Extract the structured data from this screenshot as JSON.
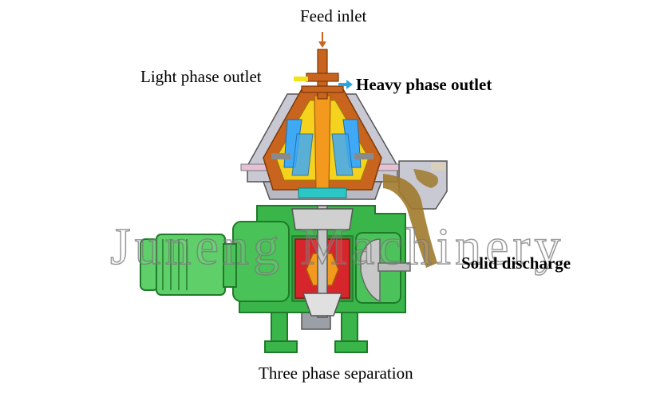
{
  "diagram": {
    "labels": {
      "feed_inlet": "Feed inlet",
      "light_phase_outlet": "Light phase outlet",
      "heavy_phase_outlet": "Heavy phase outlet",
      "solid_discharge": "Solid discharge",
      "caption": "Three phase separation"
    },
    "watermark": "Juneng Machinery",
    "colors": {
      "frame_green": "#3ab54a",
      "frame_dark_green": "#1f7a2a",
      "motor_green": "#5fcf6a",
      "bowl_grey": "#b9b9c4",
      "disc_yellow": "#f4d21e",
      "disc_blue": "#3fa9f5",
      "bowl_orange": "#c8641e",
      "drive_red": "#d7262b",
      "spindle_orange": "#f39a1e",
      "solids_brown": "#a07a2c",
      "light_phase_arrow": "#f5e11a",
      "heavy_phase_arrow": "#29a8e0"
    }
  }
}
